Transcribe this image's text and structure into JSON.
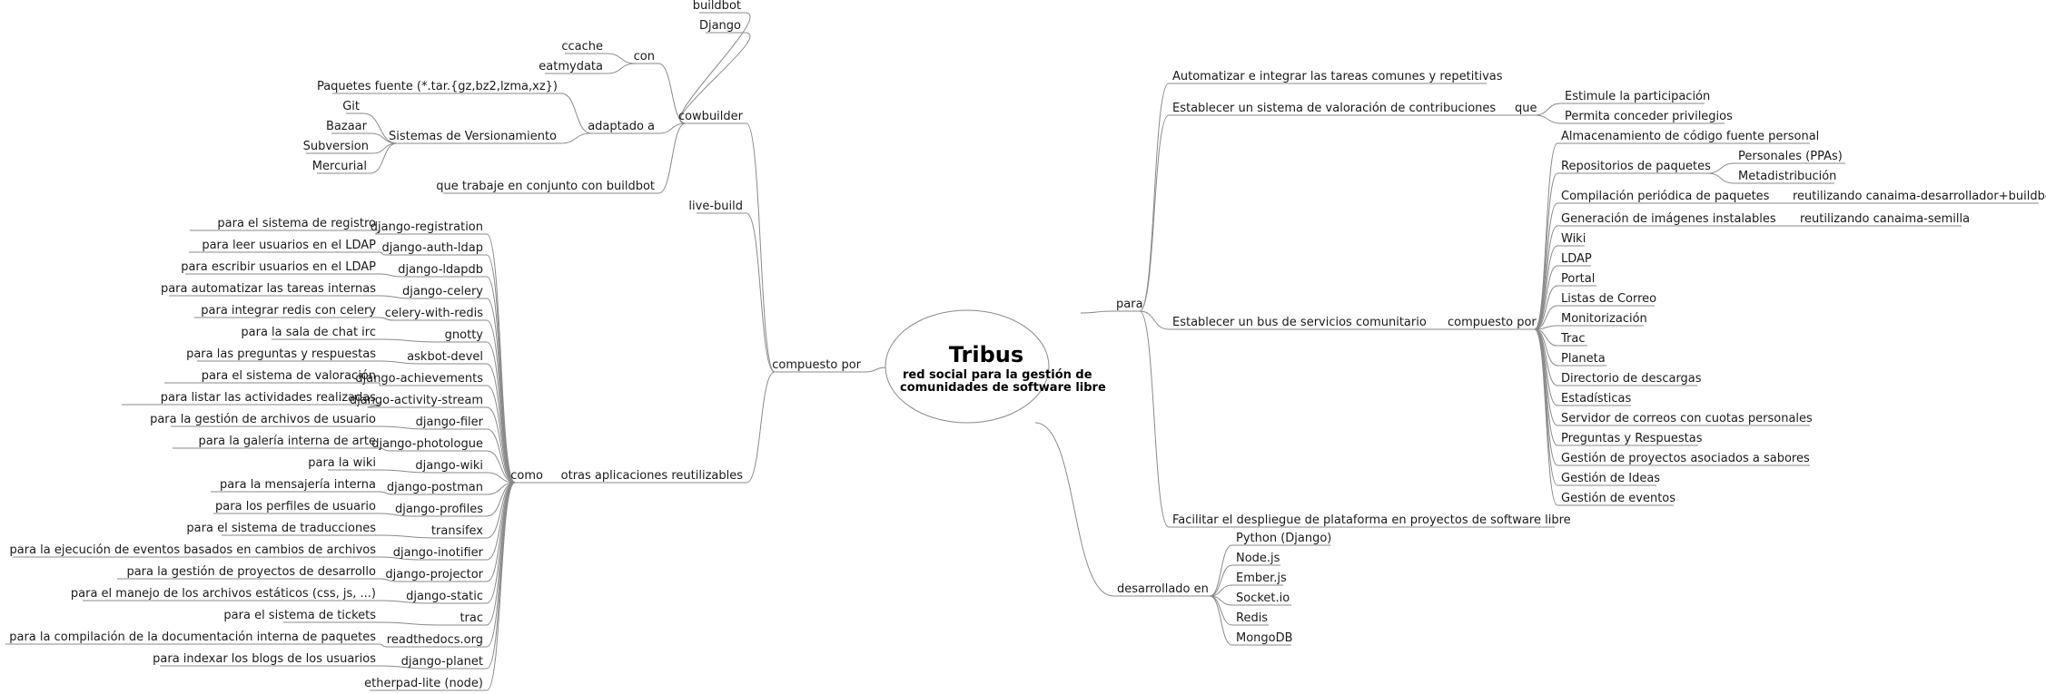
{
  "root": {
    "title": "Tribus",
    "subtitle": [
      "red social para la gestión de",
      "comunidades de software libre"
    ]
  },
  "line_color": "#8a8a8a",
  "nodes": [
    {
      "id": "buildbot",
      "label": "buildbot",
      "parent": "cowbuilder"
    },
    {
      "id": "django",
      "label": "Django",
      "parent": "cowbuilder"
    },
    {
      "id": "ccache",
      "label": "ccache",
      "parent": "con"
    },
    {
      "id": "eatmydata",
      "label": "eatmydata",
      "parent": "con"
    },
    {
      "id": "con",
      "label": "con",
      "parent": "cowbuilder"
    },
    {
      "id": "paquetes_fuente",
      "label": "Paquetes fuente (*.tar.{gz,bz2,lzma,xz})",
      "parent": "adaptado"
    },
    {
      "id": "git",
      "label": "Git",
      "parent": "sis_vers"
    },
    {
      "id": "bazaar",
      "label": "Bazaar",
      "parent": "sis_vers"
    },
    {
      "id": "subversion",
      "label": "Subversion",
      "parent": "sis_vers"
    },
    {
      "id": "mercurial",
      "label": "Mercurial",
      "parent": "sis_vers"
    },
    {
      "id": "sis_vers",
      "label": "Sistemas de Versionamiento",
      "parent": "adaptado"
    },
    {
      "id": "adaptado",
      "label": "adaptado a",
      "parent": "cowbuilder"
    },
    {
      "id": "cowbuilder",
      "label": "cowbuilder",
      "parent": "compuesto_izq"
    },
    {
      "id": "conjunto_buildbot",
      "label": "que trabaje en conjunto con buildbot",
      "parent": "cowbuilder"
    },
    {
      "id": "live_build",
      "label": "live-build",
      "parent": "compuesto_izq"
    },
    {
      "id": "compuesto_izq",
      "label": "compuesto por",
      "parent": "root"
    },
    {
      "id": "otras_apps",
      "label": "otras aplicaciones reutilizables",
      "parent": "compuesto_izq"
    },
    {
      "id": "como",
      "label": "como",
      "parent": "otras_apps"
    },
    {
      "id": "app0",
      "label": "django-registration",
      "parent": "como"
    },
    {
      "id": "app1",
      "label": "django-auth-ldap",
      "parent": "como"
    },
    {
      "id": "app2",
      "label": "django-ldapdb",
      "parent": "como"
    },
    {
      "id": "app3",
      "label": "django-celery",
      "parent": "como"
    },
    {
      "id": "app4",
      "label": "celery-with-redis",
      "parent": "como"
    },
    {
      "id": "app5",
      "label": "gnotty",
      "parent": "como"
    },
    {
      "id": "app6",
      "label": "askbot-devel",
      "parent": "como"
    },
    {
      "id": "app7",
      "label": "django-achievements",
      "parent": "como"
    },
    {
      "id": "app8",
      "label": "django-activity-stream",
      "parent": "como"
    },
    {
      "id": "app9",
      "label": "django-filer",
      "parent": "como"
    },
    {
      "id": "app10",
      "label": "django-photologue",
      "parent": "como"
    },
    {
      "id": "app11",
      "label": "django-wiki",
      "parent": "como"
    },
    {
      "id": "app12",
      "label": "django-postman",
      "parent": "como"
    },
    {
      "id": "app13",
      "label": "django-profiles",
      "parent": "como"
    },
    {
      "id": "app14",
      "label": "transifex",
      "parent": "como"
    },
    {
      "id": "app15",
      "label": "django-inotifier",
      "parent": "como"
    },
    {
      "id": "app16",
      "label": "django-projector",
      "parent": "como"
    },
    {
      "id": "app17",
      "label": "django-static",
      "parent": "como"
    },
    {
      "id": "app18",
      "label": "trac",
      "parent": "como"
    },
    {
      "id": "app19",
      "label": "readthedocs.org",
      "parent": "como"
    },
    {
      "id": "app20",
      "label": "django-planet",
      "parent": "como"
    },
    {
      "id": "app21",
      "label": "etherpad-lite (node)",
      "parent": "como"
    },
    {
      "id": "desc0",
      "label": "para el sistema de registro",
      "parent": "app0"
    },
    {
      "id": "desc1",
      "label": "para leer usuarios en el LDAP",
      "parent": "app1"
    },
    {
      "id": "desc2",
      "label": "para escribir usuarios en el LDAP",
      "parent": "app2"
    },
    {
      "id": "desc3",
      "label": "para automatizar las tareas internas",
      "parent": "app3"
    },
    {
      "id": "desc4",
      "label": "para integrar redis con celery",
      "parent": "app4"
    },
    {
      "id": "desc5",
      "label": "para la sala de chat irc",
      "parent": "app5"
    },
    {
      "id": "desc6",
      "label": "para las preguntas y respuestas",
      "parent": "app6"
    },
    {
      "id": "desc7",
      "label": "para el sistema de valoración",
      "parent": "app7"
    },
    {
      "id": "desc8",
      "label": "para listar las actividades realizadas",
      "parent": "app8"
    },
    {
      "id": "desc9",
      "label": "para la gestión de archivos de usuario",
      "parent": "app9"
    },
    {
      "id": "desc10",
      "label": "para la galería interna de arte",
      "parent": "app10"
    },
    {
      "id": "desc11",
      "label": "para la wiki",
      "parent": "app11"
    },
    {
      "id": "desc12",
      "label": "para la mensajería interna",
      "parent": "app12"
    },
    {
      "id": "desc13",
      "label": "para los perfiles de usuario",
      "parent": "app13"
    },
    {
      "id": "desc14",
      "label": "para el sistema de traducciones",
      "parent": "app14"
    },
    {
      "id": "desc15",
      "label": "para la ejecución de eventos basados en cambios de archivos",
      "parent": "app15"
    },
    {
      "id": "desc16",
      "label": "para la gestión de proyectos de desarrollo",
      "parent": "app16"
    },
    {
      "id": "desc17",
      "label": "para el manejo de los archivos estáticos (css, js, ...)",
      "parent": "app17"
    },
    {
      "id": "desc18",
      "label": "para el sistema de tickets",
      "parent": "app18"
    },
    {
      "id": "desc19",
      "label": "para la compilación de la documentación interna de paquetes",
      "parent": "app19"
    },
    {
      "id": "desc20",
      "label": "para indexar los blogs de los usuarios",
      "parent": "app20"
    },
    {
      "id": "para",
      "label": "para",
      "parent": "root"
    },
    {
      "id": "automatizar",
      "label": "Automatizar e integrar las tareas comunes y repetitivas",
      "parent": "para"
    },
    {
      "id": "valoracion",
      "label": "Establecer un sistema de valoración de contribuciones",
      "parent": "para"
    },
    {
      "id": "que",
      "label": "que",
      "parent": "valoracion"
    },
    {
      "id": "estimule",
      "label": "Estimule la participación",
      "parent": "que"
    },
    {
      "id": "privilegios",
      "label": "Permita conceder privilegios",
      "parent": "que"
    },
    {
      "id": "bus",
      "label": "Establecer un bus de servicios comunitario",
      "parent": "para"
    },
    {
      "id": "compuesto_der",
      "label": "compuesto por",
      "parent": "bus"
    },
    {
      "id": "svc0",
      "label": "Almacenamiento de código fuente personal",
      "parent": "compuesto_der"
    },
    {
      "id": "svc1",
      "label": "Repositorios de paquetes",
      "parent": "compuesto_der"
    },
    {
      "id": "ppas",
      "label": "Personales (PPAs)",
      "parent": "svc1"
    },
    {
      "id": "metadist",
      "label": "Metadistribución",
      "parent": "svc1"
    },
    {
      "id": "svc2",
      "label": "Compilación periódica de paquetes",
      "parent": "compuesto_der"
    },
    {
      "id": "reut1",
      "label": "reutilizando canaima-desarrollador+buildbot",
      "parent": "svc2"
    },
    {
      "id": "svc3",
      "label": "Generación de imágenes instalables",
      "parent": "compuesto_der"
    },
    {
      "id": "reut2",
      "label": "reutilizando canaima-semilla",
      "parent": "svc3"
    },
    {
      "id": "svc4",
      "label": "Wiki",
      "parent": "compuesto_der"
    },
    {
      "id": "svc5",
      "label": "LDAP",
      "parent": "compuesto_der"
    },
    {
      "id": "svc6",
      "label": "Portal",
      "parent": "compuesto_der"
    },
    {
      "id": "svc7",
      "label": "Listas de Correo",
      "parent": "compuesto_der"
    },
    {
      "id": "svc8",
      "label": "Monitorización",
      "parent": "compuesto_der"
    },
    {
      "id": "svc9",
      "label": "Trac",
      "parent": "compuesto_der"
    },
    {
      "id": "svc10",
      "label": "Planeta",
      "parent": "compuesto_der"
    },
    {
      "id": "svc11",
      "label": "Directorio de descargas",
      "parent": "compuesto_der"
    },
    {
      "id": "svc12",
      "label": "Estadísticas",
      "parent": "compuesto_der"
    },
    {
      "id": "svc13",
      "label": "Servidor de correos con cuotas personales",
      "parent": "compuesto_der"
    },
    {
      "id": "svc14",
      "label": "Preguntas y Respuestas",
      "parent": "compuesto_der"
    },
    {
      "id": "svc15",
      "label": "Gestión de proyectos asociados a sabores",
      "parent": "compuesto_der"
    },
    {
      "id": "svc16",
      "label": "Gestión de Ideas",
      "parent": "compuesto_der"
    },
    {
      "id": "svc17",
      "label": "Gestión de eventos",
      "parent": "compuesto_der"
    },
    {
      "id": "despliegue",
      "label": "Facilitar el despliegue de plataforma en proyectos de software libre",
      "parent": "para"
    },
    {
      "id": "desarrollado",
      "label": "desarrollado en",
      "parent": "root"
    },
    {
      "id": "tech0",
      "label": "Python (Django)",
      "parent": "desarrollado"
    },
    {
      "id": "tech1",
      "label": "Node.js",
      "parent": "desarrollado"
    },
    {
      "id": "tech2",
      "label": "Ember.js",
      "parent": "desarrollado"
    },
    {
      "id": "tech3",
      "label": "Socket.io",
      "parent": "desarrollado"
    },
    {
      "id": "tech4",
      "label": "Redis",
      "parent": "desarrollado"
    },
    {
      "id": "tech5",
      "label": "MongoDB",
      "parent": "desarrollado"
    }
  ]
}
